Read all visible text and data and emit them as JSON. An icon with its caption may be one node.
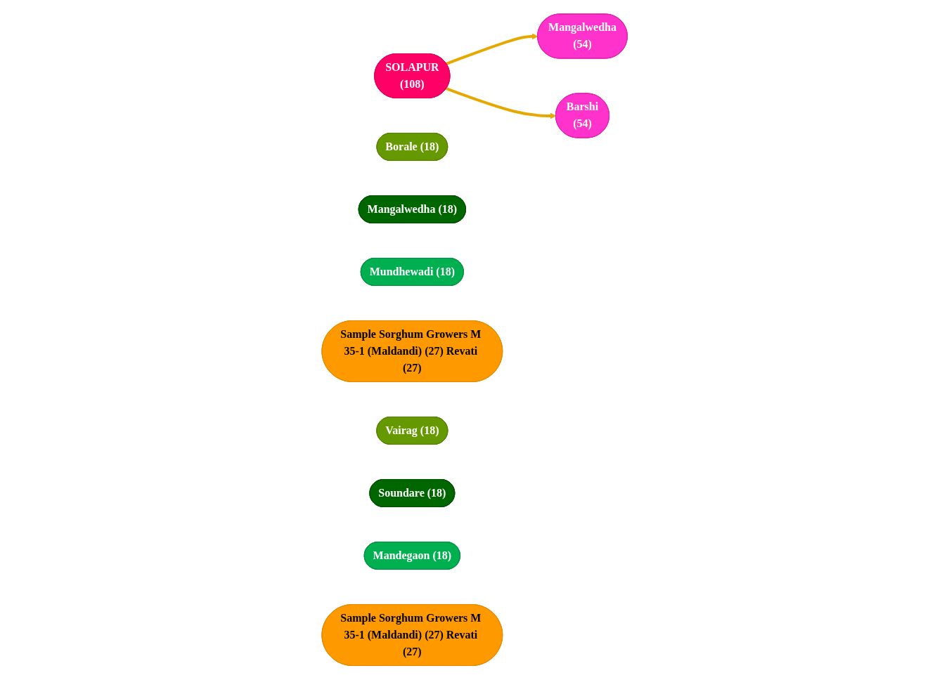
{
  "diagram": {
    "nodes": [
      {
        "text": [
          "SOLAPUR",
          "(108)"
        ]
      },
      {
        "text": [
          "Mangalwedha",
          "(54)"
        ]
      },
      {
        "text": [
          "Borale (18)"
        ]
      },
      {
        "text": [
          "Mangalwedha (18)"
        ]
      },
      {
        "text": [
          "Mundhewadi (18)"
        ]
      },
      {
        "text": [
          "Sample Sorghum Growers M 35-1 (Maldandi) (27) Revati (27)"
        ]
      },
      {
        "text": [
          "Barshi",
          "(54)"
        ]
      },
      {
        "text": [
          "Vairag (18)"
        ]
      },
      {
        "text": [
          "Soundare (18)"
        ]
      },
      {
        "text": [
          "Mandegaon (18)"
        ]
      },
      {
        "text": [
          "Sample Sorghum Growers M 35-1 (Maldandi) (27) Revati (27)"
        ]
      }
    ],
    "edges": [
      {
        "from": 0,
        "to": 1,
        "arrow": "to"
      },
      {
        "from": 0,
        "to": 6,
        "arrow": "to"
      }
    ]
  }
}
